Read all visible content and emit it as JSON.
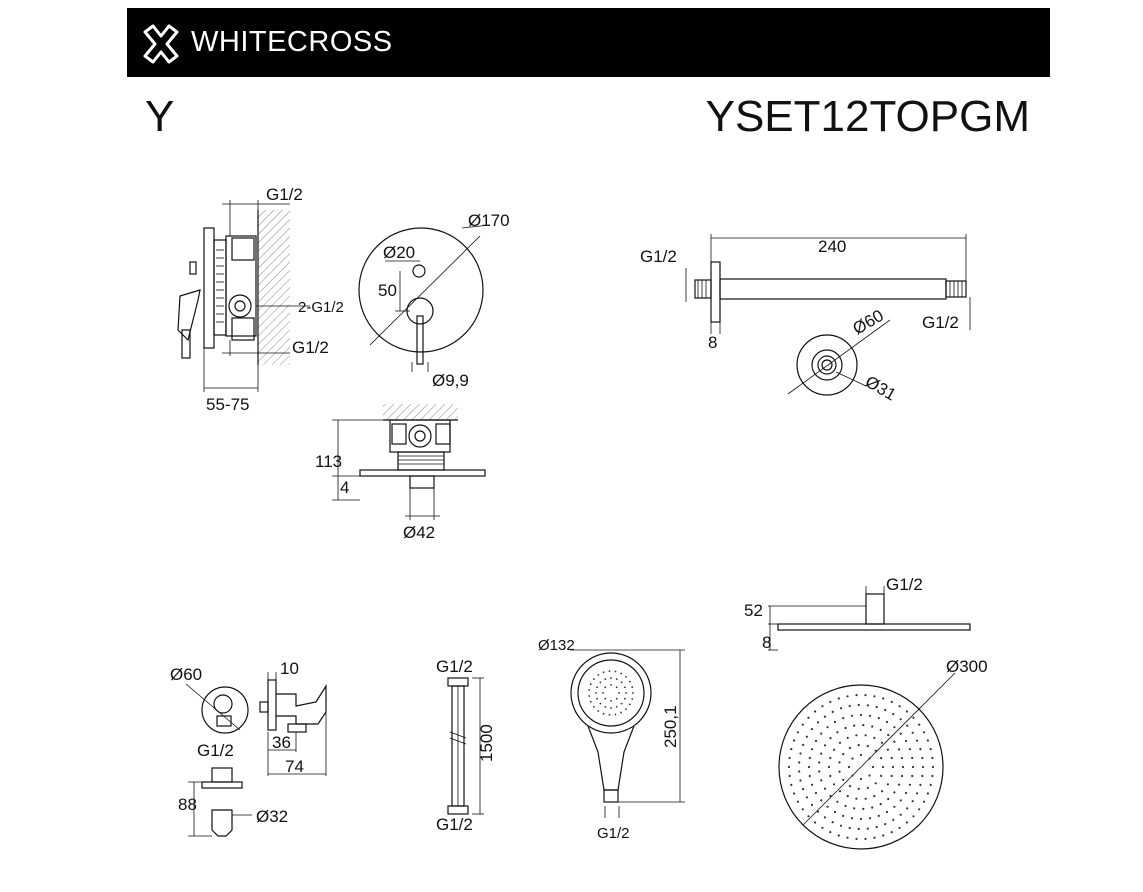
{
  "header": {
    "brand_name": "WHITECROSS",
    "logo_icon": "cross-x-logo-icon",
    "background_color": "#000000",
    "text_color": "#ffffff"
  },
  "series_letter": "Y",
  "model_code": "YSET12TOPGM",
  "mixer": {
    "side_top_thread": "G1/2",
    "side_mid_thread": "2-G1/2",
    "side_bottom_thread": "G1/2",
    "side_depth": "55-75",
    "plate_diameter": "Ø170",
    "button_diameter": "Ø20",
    "button_offset": "50",
    "handle_diameter": "Ø9,9",
    "top_height": "113",
    "top_plate": "4",
    "top_diameter": "Ø42"
  },
  "arm": {
    "length": "240",
    "wall_thread": "G1/2",
    "flange_thickness": "8",
    "end_thread": "G1/2",
    "flange_diameter": "Ø60",
    "pipe_diameter": "Ø31"
  },
  "elbow": {
    "flange_diameter": "Ø60",
    "thread": "G1/2",
    "depth_10": "10",
    "depth_36": "36",
    "depth_74": "74",
    "holder_height": "88",
    "holder_diameter": "Ø32"
  },
  "hose": {
    "top_thread": "G1/2",
    "length": "1500",
    "bottom_thread": "G1/2"
  },
  "hand_shower": {
    "diameter": "Ø132",
    "length": "250,1",
    "thread": "G1/2"
  },
  "rain_shower": {
    "thread": "G1/2",
    "height": "52",
    "thickness": "8",
    "diameter": "Ø300"
  }
}
